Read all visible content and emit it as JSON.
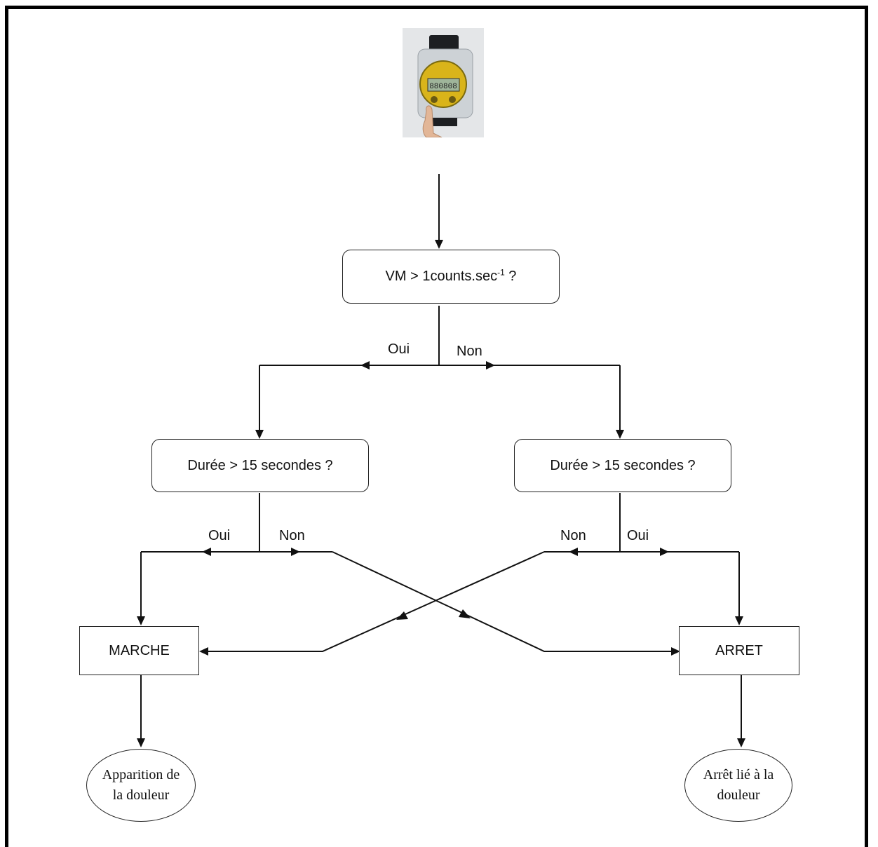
{
  "photo": {
    "icon": "watch-photo",
    "device_display": "880808"
  },
  "decision_top": {
    "text_main": "VM > 1counts.sec",
    "text_sup": "-1",
    "text_tail": " ?"
  },
  "decision_left": {
    "text": "Durée > 15 secondes  ?"
  },
  "decision_right": {
    "text": "Durée > 15 secondes  ?"
  },
  "labels": {
    "top_yes": "Oui",
    "top_no": "Non",
    "left_yes": "Oui",
    "left_no": "Non",
    "right_no": "Non",
    "right_yes": "Oui"
  },
  "state_left": {
    "text": "MARCHE"
  },
  "state_right": {
    "text": "ARRET"
  },
  "outcome_left": {
    "line1": "Apparition de",
    "line2": "la douleur"
  },
  "outcome_right": {
    "line1": "Arrêt lié à la",
    "line2": "douleur"
  }
}
